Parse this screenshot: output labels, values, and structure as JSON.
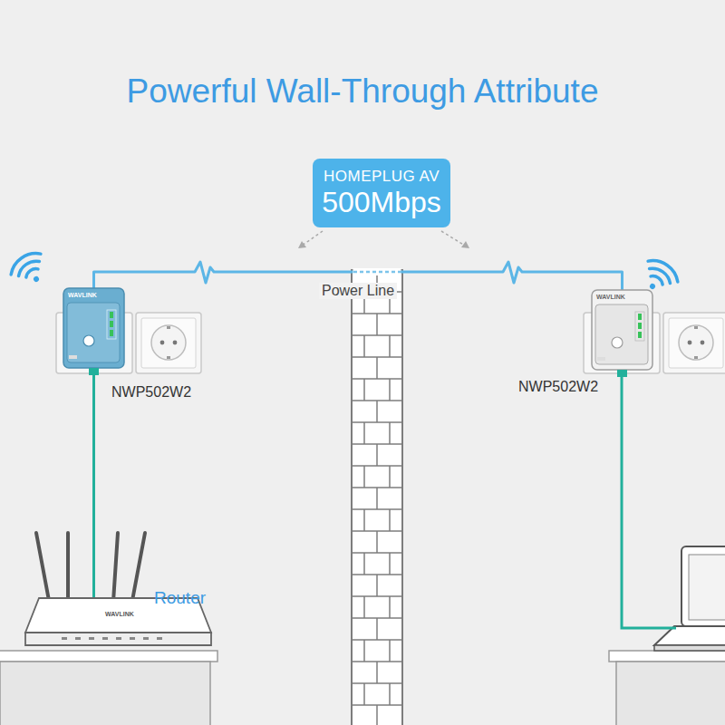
{
  "diagram": {
    "title": "Powerful Wall-Through Attribute",
    "nodes": [
      {
        "text": [
          "HOMEPLUG AV",
          "500Mbps"
        ]
      },
      {
        "text": [
          "WAVLINK",
          "NWP502W2"
        ]
      },
      {
        "text": [
          "WAVLINK",
          "NWP502W2"
        ]
      },
      {
        "text": [
          "WAVLINK",
          "Router"
        ]
      }
    ],
    "edges": [
      {
        "from": 1,
        "to": 2,
        "arrow": "none",
        "label": "Power Line"
      },
      {
        "from": 1,
        "to": 3,
        "arrow": "none"
      }
    ]
  }
}
